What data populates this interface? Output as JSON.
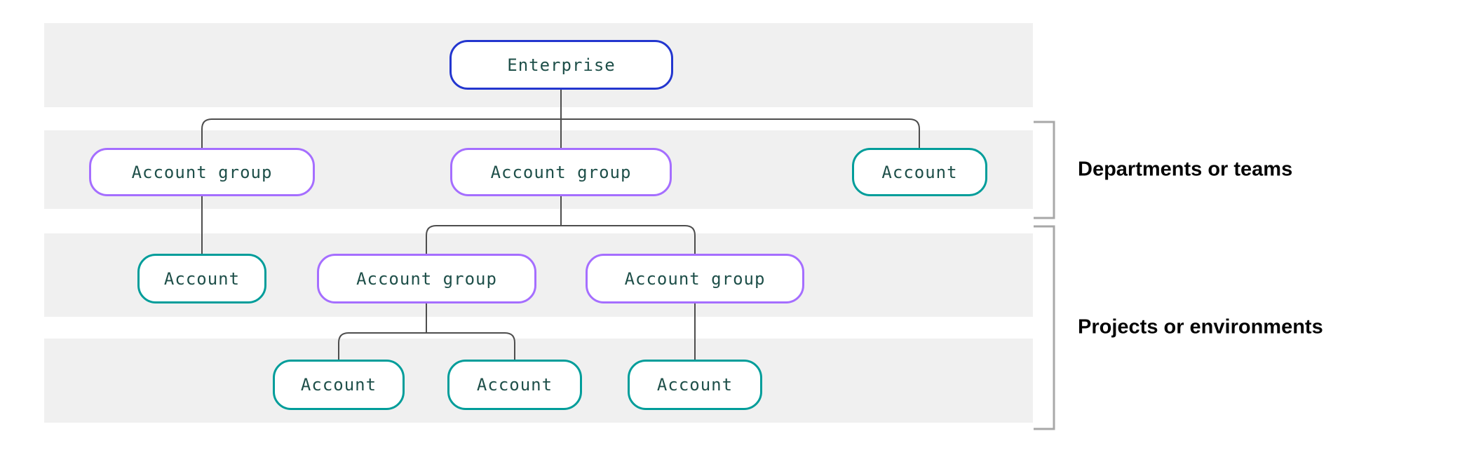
{
  "diagram": {
    "nodes": {
      "enterprise": {
        "label": "Enterprise"
      },
      "row2_group1": {
        "label": "Account group"
      },
      "row2_group2": {
        "label": "Account group"
      },
      "row2_account": {
        "label": "Account"
      },
      "row3_account": {
        "label": "Account"
      },
      "row3_group1": {
        "label": "Account group"
      },
      "row3_group2": {
        "label": "Account group"
      },
      "row4_account1": {
        "label": "Account"
      },
      "row4_account2": {
        "label": "Account"
      },
      "row4_account3": {
        "label": "Account"
      }
    },
    "annotations": {
      "departments": {
        "label": "Departments or teams"
      },
      "projects": {
        "label": "Projects or environments"
      }
    },
    "colors": {
      "enterprise_border": "#2336cf",
      "account_group_border": "#a56eff",
      "account_border": "#009d9a",
      "node_text": "#1e4f49",
      "row_band_background": "#f0f0f0",
      "connector_line": "#4d4d4d",
      "bracket_line": "#a8a8a8",
      "annotation_text": "#050505",
      "page_background": "#ffffff"
    }
  }
}
